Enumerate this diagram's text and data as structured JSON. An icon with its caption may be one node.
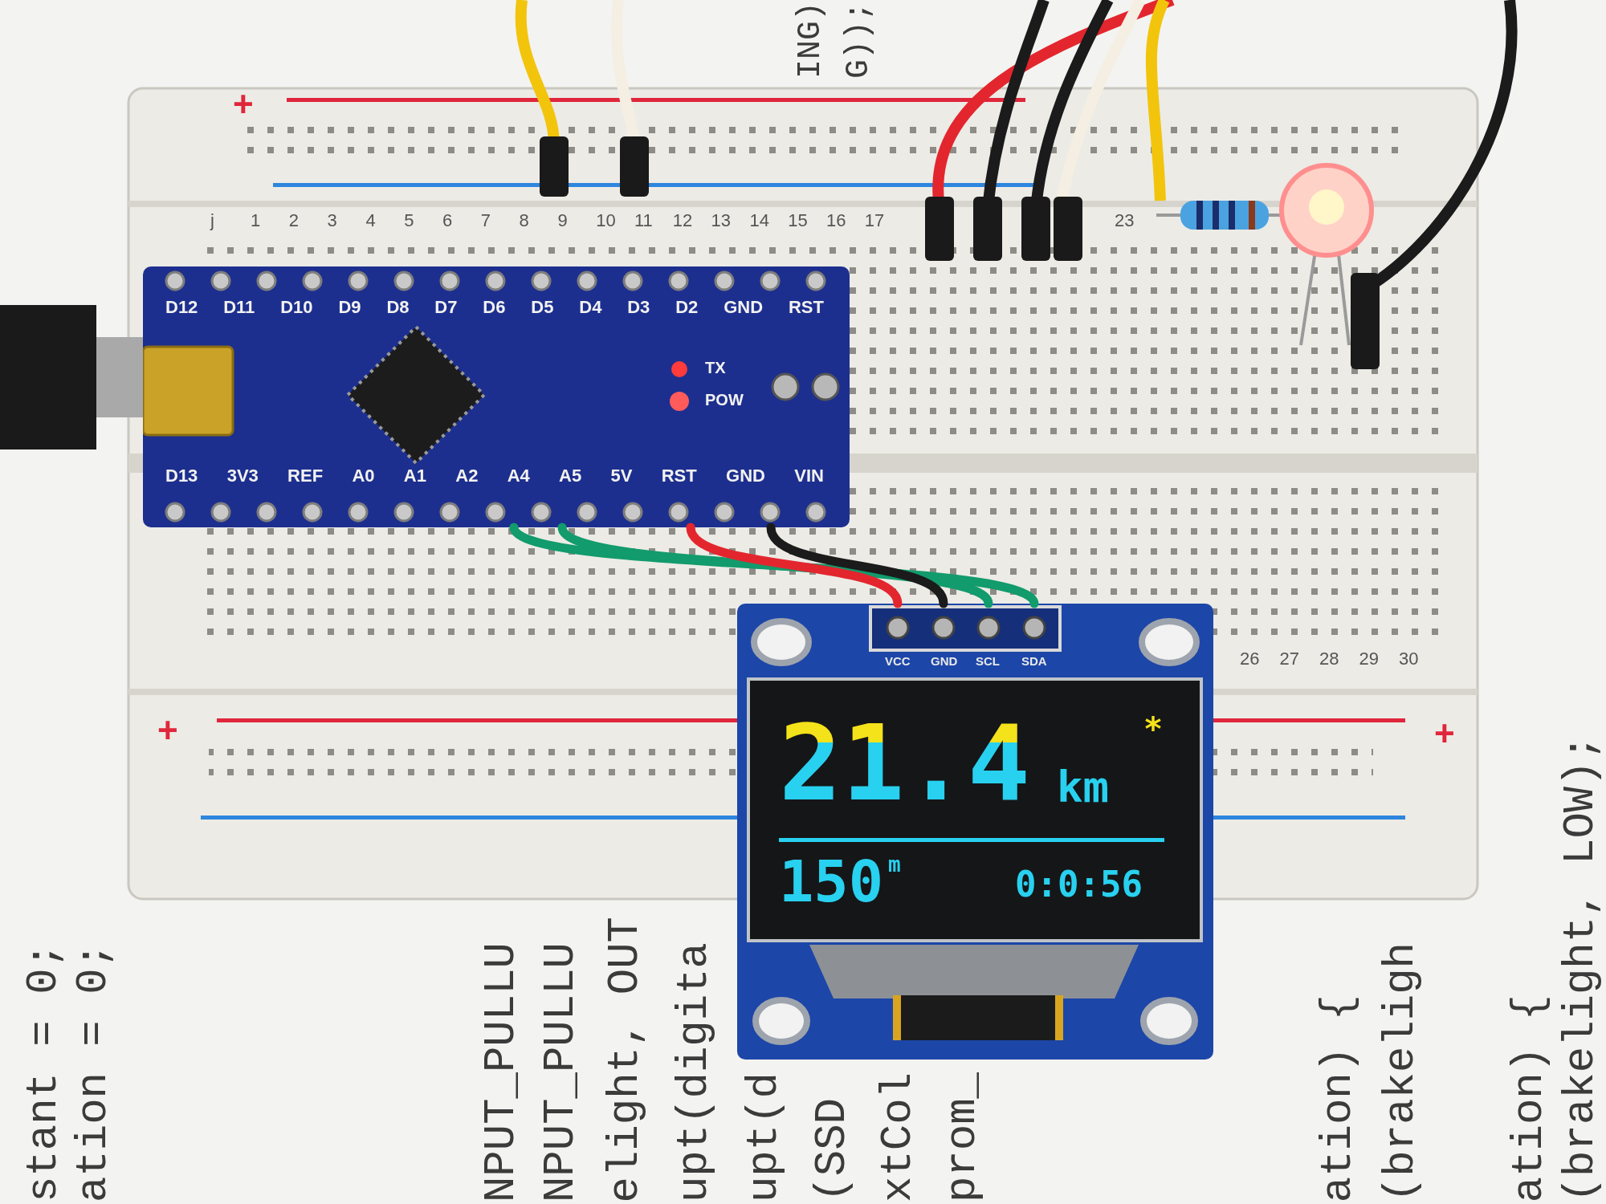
{
  "diagram": {
    "nodes": [
      {
        "text": [
          "D12",
          "D11",
          "D10",
          "D9",
          "D8",
          "D7",
          "D6",
          "D5",
          "D4",
          "D3",
          "D2",
          "GND",
          "RST",
          "TX",
          "POW",
          "D13",
          "3V3",
          "REF",
          "A0",
          "A1",
          "A2",
          "A4",
          "A5",
          "5V",
          "RST",
          "GND",
          "VIN"
        ]
      },
      {
        "text": [
          "VCC",
          "GND",
          "SCL",
          "SDA",
          "21.4",
          "km",
          "*",
          "150",
          "m",
          "0:0:56"
        ]
      }
    ],
    "edges": [
      {
        "from": 1,
        "to": 0,
        "arrow": "none",
        "color": "#129b6c"
      },
      {
        "from": 1,
        "to": 0,
        "arrow": "none",
        "color": "#129b6c"
      },
      {
        "from": 1,
        "to": 0,
        "arrow": "none",
        "color": "#1b1b1b"
      },
      {
        "from": 1,
        "to": 0,
        "arrow": "none",
        "color": "#e3262e"
      }
    ],
    "labels": [
      "ING)",
      "G));",
      "+",
      "j",
      "1",
      "2",
      "3",
      "4",
      "5",
      "6",
      "7",
      "8",
      "9",
      "10",
      "11",
      "12",
      "13",
      "14",
      "15",
      "16",
      "17",
      "23",
      "+",
      "+",
      "26",
      "27",
      "28",
      "29",
      "30",
      "stant = 0;",
      "ation = 0;",
      "NPUT_PULLU",
      "NPUT_PULLU",
      "elight, OUT",
      "upt(digita",
      "upt(d",
      "(SSD",
      "xtCol",
      "prom_",
      "ation) {",
      "(brakeligh",
      "ation) {",
      "(brakelight, LOW);"
    ]
  }
}
